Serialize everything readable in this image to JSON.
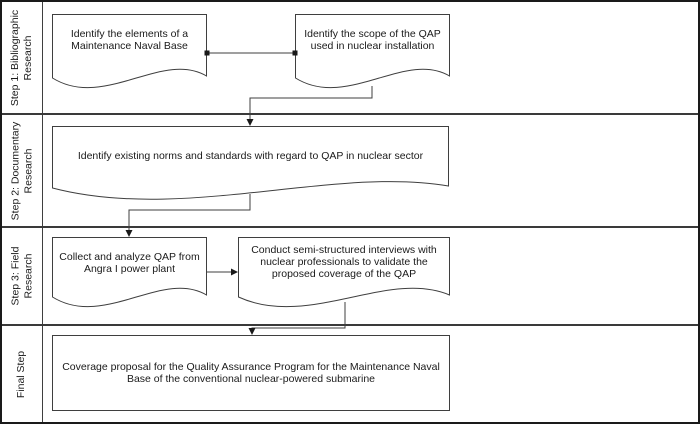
{
  "diagram": {
    "kind": "research-method-flowchart",
    "steps": [
      {
        "label_lines": [
          "Step 1: Bibliographic",
          "Research"
        ]
      },
      {
        "label_lines": [
          "Step 2: Documentary",
          "Research"
        ]
      },
      {
        "label_lines": [
          "Step 3: Field",
          "Research"
        ]
      },
      {
        "label_lines": [
          "Final Step"
        ]
      }
    ],
    "shapes": [
      {
        "name": "identify-elements",
        "type": "document",
        "lines": [
          "Identify the elements of a",
          "Maintenance Naval Base"
        ]
      },
      {
        "name": "identify-scope",
        "type": "document",
        "lines": [
          "Identify the scope of the QAP",
          "used in nuclear installation"
        ]
      },
      {
        "name": "identify-norms",
        "type": "document",
        "lines": [
          "Identify existing norms and standards with regard to QAP in nuclear sector"
        ]
      },
      {
        "name": "collect-analyze",
        "type": "document",
        "lines": [
          "Collect and analyze QAP from",
          "Angra I power plant"
        ]
      },
      {
        "name": "conduct-interviews",
        "type": "document",
        "lines": [
          "Conduct semi-structured interviews with",
          "nuclear professionals to validate the",
          "proposed coverage of the QAP"
        ]
      },
      {
        "name": "coverage-proposal",
        "type": "process",
        "lines": [
          "Coverage proposal for the Quality Assurance Program for the Maintenance Naval",
          "Base of the conventional nuclear-powered submarine"
        ]
      }
    ],
    "colors": {
      "line": "#3f3f3f",
      "border": "#1a1a1a",
      "background": "#ffffff",
      "text": "#1a1a1a"
    }
  }
}
